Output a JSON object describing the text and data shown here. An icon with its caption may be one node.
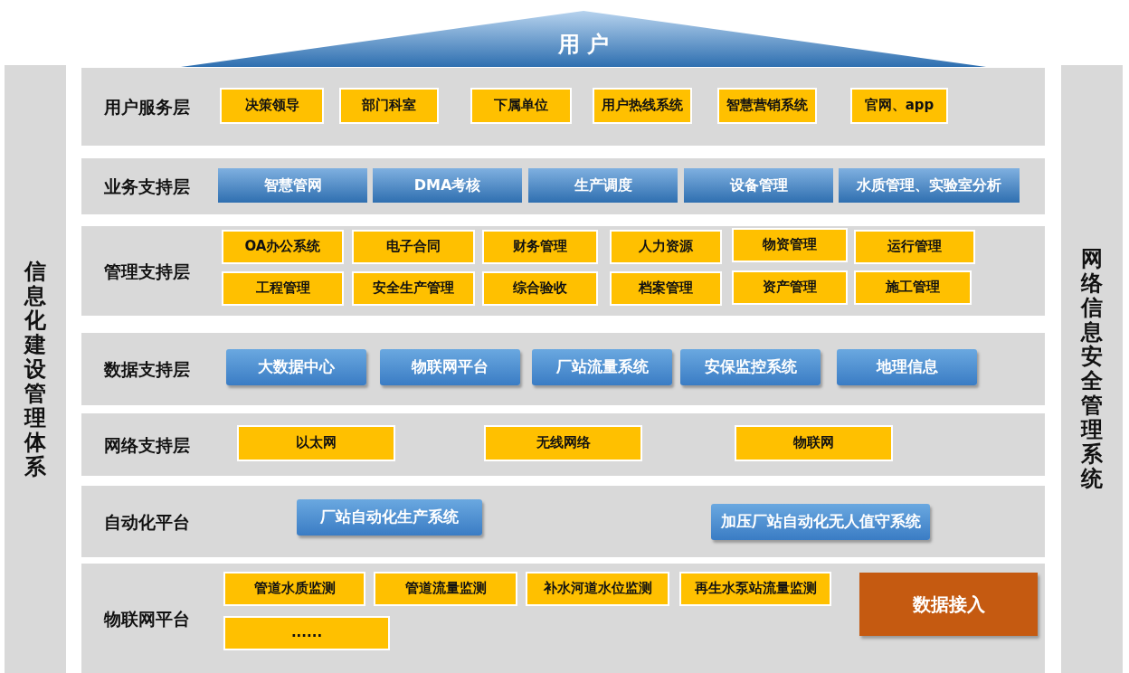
{
  "diagram": {
    "nodes": [
      {
        "text": [
          "用 户"
        ]
      },
      {
        "text": [
          "信息化建设管理体系"
        ]
      },
      {
        "text": [
          "用户服务层"
        ]
      },
      {
        "text": [
          "决策领导"
        ],
        "in": 2
      },
      {
        "text": [
          "部门科室"
        ],
        "in": 2
      },
      {
        "text": [
          "下属单位"
        ],
        "in": 2
      },
      {
        "text": [
          "用户热线系统"
        ],
        "in": 2
      },
      {
        "text": [
          "智慧营销系统"
        ],
        "in": 2
      },
      {
        "text": [
          "官网、app"
        ],
        "in": 2
      },
      {
        "text": [
          "业务支持层"
        ]
      },
      {
        "text": [
          "智慧管网"
        ],
        "in": 9
      },
      {
        "text": [
          "DMA考核"
        ],
        "in": 9
      },
      {
        "text": [
          "生产调度"
        ],
        "in": 9
      },
      {
        "text": [
          "设备管理"
        ],
        "in": 9
      },
      {
        "text": [
          "水质管理、实验室分析"
        ],
        "in": 9
      },
      {
        "text": [
          "管理支持层"
        ]
      },
      {
        "text": [
          "OA办公系统"
        ],
        "in": 15
      },
      {
        "text": [
          "电子合同"
        ],
        "in": 15
      },
      {
        "text": [
          "财务管理"
        ],
        "in": 15
      },
      {
        "text": [
          "人力资源"
        ],
        "in": 15
      },
      {
        "text": [
          "物资管理"
        ],
        "in": 15
      },
      {
        "text": [
          "运行管理"
        ],
        "in": 15
      },
      {
        "text": [
          "工程管理"
        ],
        "in": 15
      },
      {
        "text": [
          "安全生产管理"
        ],
        "in": 15
      },
      {
        "text": [
          "综合验收"
        ],
        "in": 15
      },
      {
        "text": [
          "档案管理"
        ],
        "in": 15
      },
      {
        "text": [
          "资产管理"
        ],
        "in": 15
      },
      {
        "text": [
          "施工管理"
        ],
        "in": 15
      },
      {
        "text": [
          "数据支持层"
        ]
      },
      {
        "text": [
          "大数据中心"
        ],
        "in": 28
      },
      {
        "text": [
          "物联网平台"
        ],
        "in": 28
      },
      {
        "text": [
          "厂站流量系统"
        ],
        "in": 28
      },
      {
        "text": [
          "安保监控系统"
        ],
        "in": 28
      },
      {
        "text": [
          "地理信息"
        ],
        "in": 28
      },
      {
        "text": [
          "网络支持层"
        ]
      },
      {
        "text": [
          "以太网"
        ],
        "in": 34
      },
      {
        "text": [
          "无线网络"
        ],
        "in": 34
      },
      {
        "text": [
          "物联网"
        ],
        "in": 34
      },
      {
        "text": [
          "自动化平台"
        ]
      },
      {
        "text": [
          "厂站自动化生产系统"
        ],
        "in": 38
      },
      {
        "text": [
          "加压厂站自动化无人值守系统"
        ],
        "in": 38
      },
      {
        "text": [
          "物联网平台"
        ]
      },
      {
        "text": [
          "管道水质监测"
        ],
        "in": 41
      },
      {
        "text": [
          "管道流量监测"
        ],
        "in": 41
      },
      {
        "text": [
          "补水河道水位监测"
        ],
        "in": 41
      },
      {
        "text": [
          "再生水泵站流量监测"
        ],
        "in": 41
      },
      {
        "text": [
          "......"
        ],
        "in": 41
      },
      {
        "text": [
          "数据接入"
        ],
        "in": 41
      },
      {
        "text": [
          "网络信息安全管理系统"
        ]
      }
    ]
  }
}
